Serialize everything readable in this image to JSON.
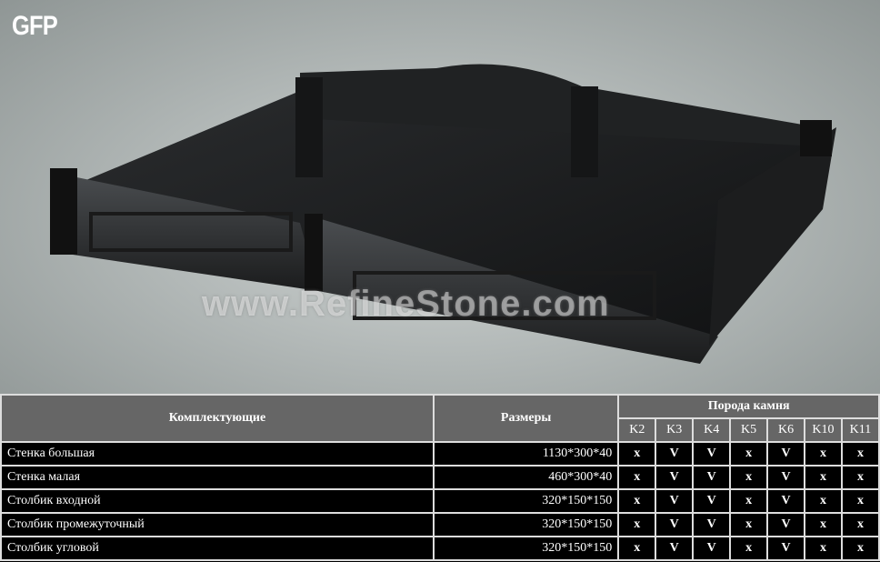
{
  "logo": "GFP",
  "watermark": "www.RefineStone.com",
  "table": {
    "col_component": "Комплектующие",
    "col_size": "Размеры",
    "col_stone": "Порода камня",
    "stones": [
      "K2",
      "K3",
      "K4",
      "K5",
      "K6",
      "K10",
      "K11"
    ],
    "rows": [
      {
        "name": "Стенка большая",
        "size": "1130*300*40",
        "marks": [
          "x",
          "V",
          "V",
          "x",
          "V",
          "x",
          "x"
        ]
      },
      {
        "name": "Стенка малая",
        "size": "460*300*40",
        "marks": [
          "x",
          "V",
          "V",
          "x",
          "V",
          "x",
          "x"
        ]
      },
      {
        "name": "Столбик входной",
        "size": "320*150*150",
        "marks": [
          "x",
          "V",
          "V",
          "x",
          "V",
          "x",
          "x"
        ]
      },
      {
        "name": "Столбик промежуточный",
        "size": "320*150*150",
        "marks": [
          "x",
          "V",
          "V",
          "x",
          "V",
          "x",
          "x"
        ]
      },
      {
        "name": "Столбик угловой",
        "size": "320*150*150",
        "marks": [
          "x",
          "V",
          "V",
          "x",
          "V",
          "x",
          "x"
        ]
      }
    ]
  }
}
